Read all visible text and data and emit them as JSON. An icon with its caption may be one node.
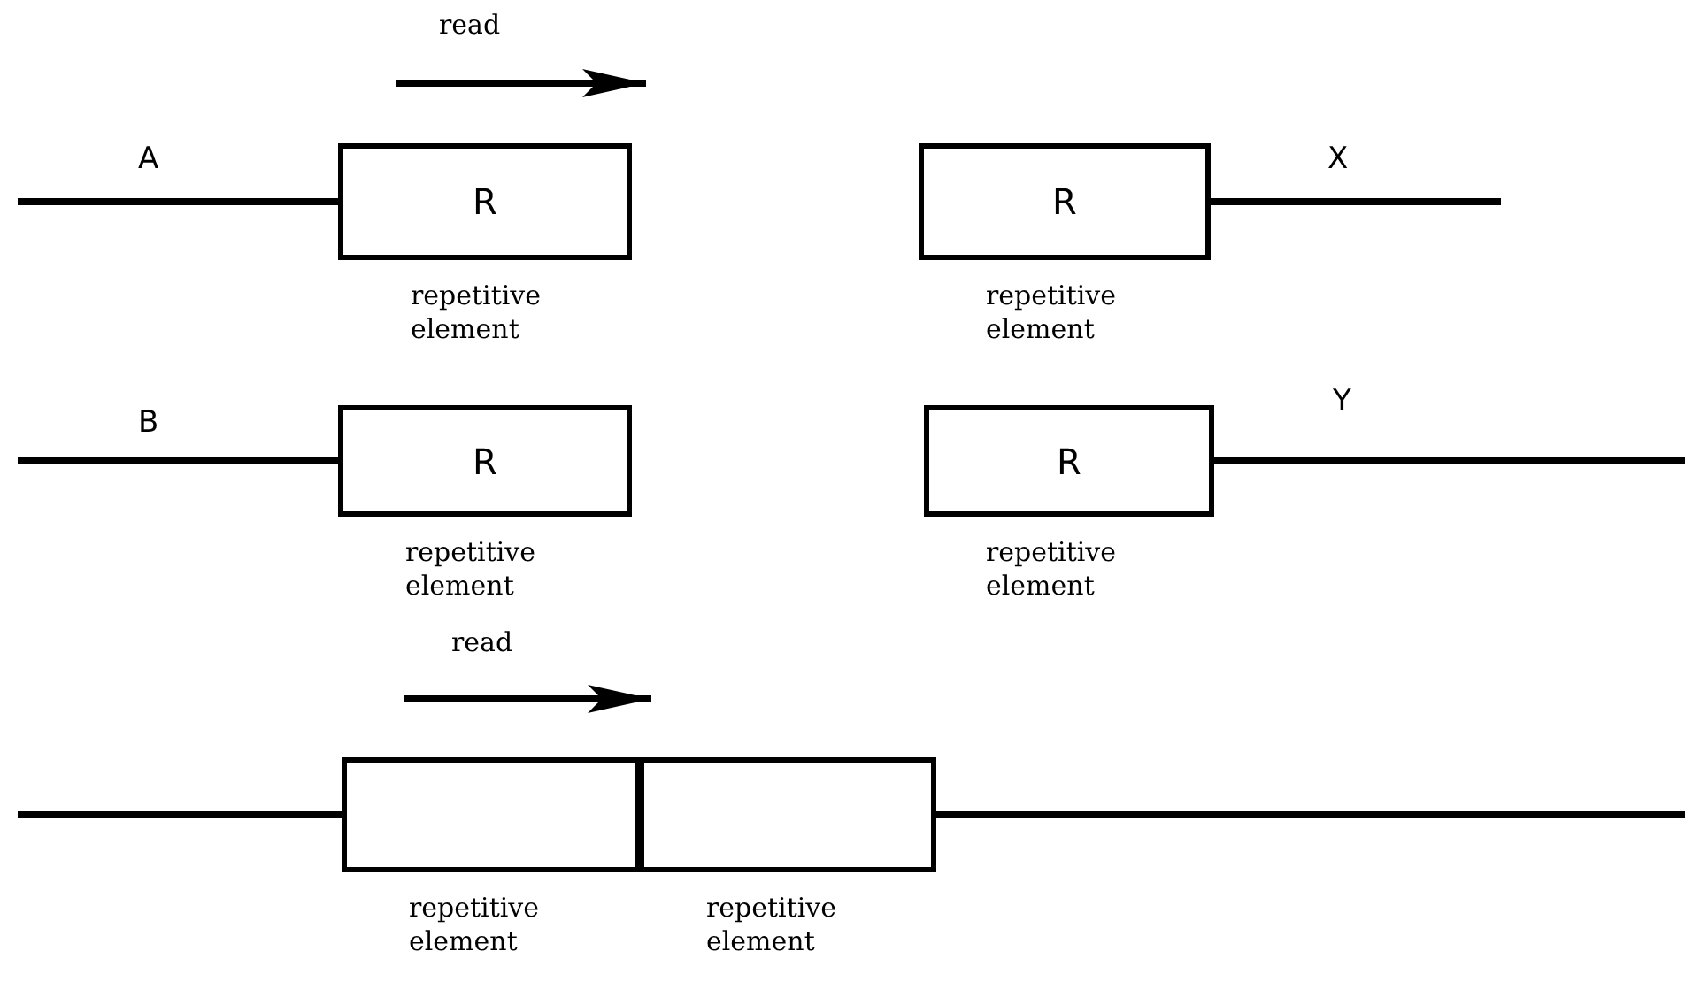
{
  "diagram": {
    "nodes": [
      {
        "text": [
          "R"
        ],
        "beside": [
          "repetitive element"
        ]
      },
      {
        "text": [
          "R"
        ],
        "beside": [
          "repetitive element"
        ]
      },
      {
        "text": [
          "R"
        ],
        "beside": [
          "repetitive element"
        ]
      },
      {
        "text": [
          "R"
        ],
        "beside": [
          "repetitive element"
        ]
      },
      {
        "text": [],
        "shape": "box",
        "beside": [
          "repetitive element"
        ]
      },
      {
        "text": [],
        "shape": "box",
        "beside": [
          "repetitive element"
        ]
      }
    ],
    "edges": [
      {
        "from": null,
        "to": 0,
        "arrow": "none",
        "label": "A"
      },
      {
        "from": 1,
        "to": null,
        "arrow": "none",
        "label": "X"
      },
      {
        "from": null,
        "to": 2,
        "arrow": "none",
        "label": "B"
      },
      {
        "from": 3,
        "to": null,
        "arrow": "none",
        "label": "Y"
      },
      {
        "from": null,
        "to": 4,
        "arrow": "none"
      },
      {
        "from": 5,
        "to": null,
        "arrow": "none"
      }
    ],
    "labels": [
      "read",
      "read"
    ]
  }
}
